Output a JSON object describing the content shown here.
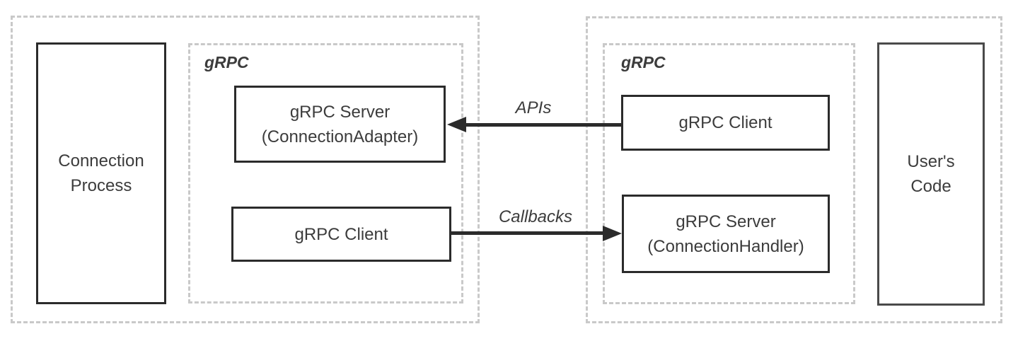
{
  "diagram": {
    "colors": {
      "background": "#ffffff",
      "dashed_border": "#c9c9c9",
      "solid_border": "#2b2b2b",
      "users_code_border": "#4a4a4a",
      "text": "#3c3c3c",
      "arrow": "#2b2b2b"
    },
    "left_region": {
      "connection_process": {
        "line1": "Connection",
        "line2": "Process"
      },
      "grpc_group": {
        "label": "gRPC",
        "server": {
          "line1": "gRPC Server",
          "line2": "(ConnectionAdapter)"
        },
        "client": {
          "line1": "gRPC Client"
        }
      }
    },
    "right_region": {
      "grpc_group": {
        "label": "gRPC",
        "client": {
          "line1": "gRPC Client"
        },
        "server": {
          "line1": "gRPC Server",
          "line2": "(ConnectionHandler)"
        }
      },
      "users_code": {
        "line1": "User's",
        "line2": "Code"
      }
    },
    "arrows": {
      "apis": {
        "label": "APIs",
        "direction": "left"
      },
      "callbacks": {
        "label": "Callbacks",
        "direction": "right"
      }
    }
  }
}
